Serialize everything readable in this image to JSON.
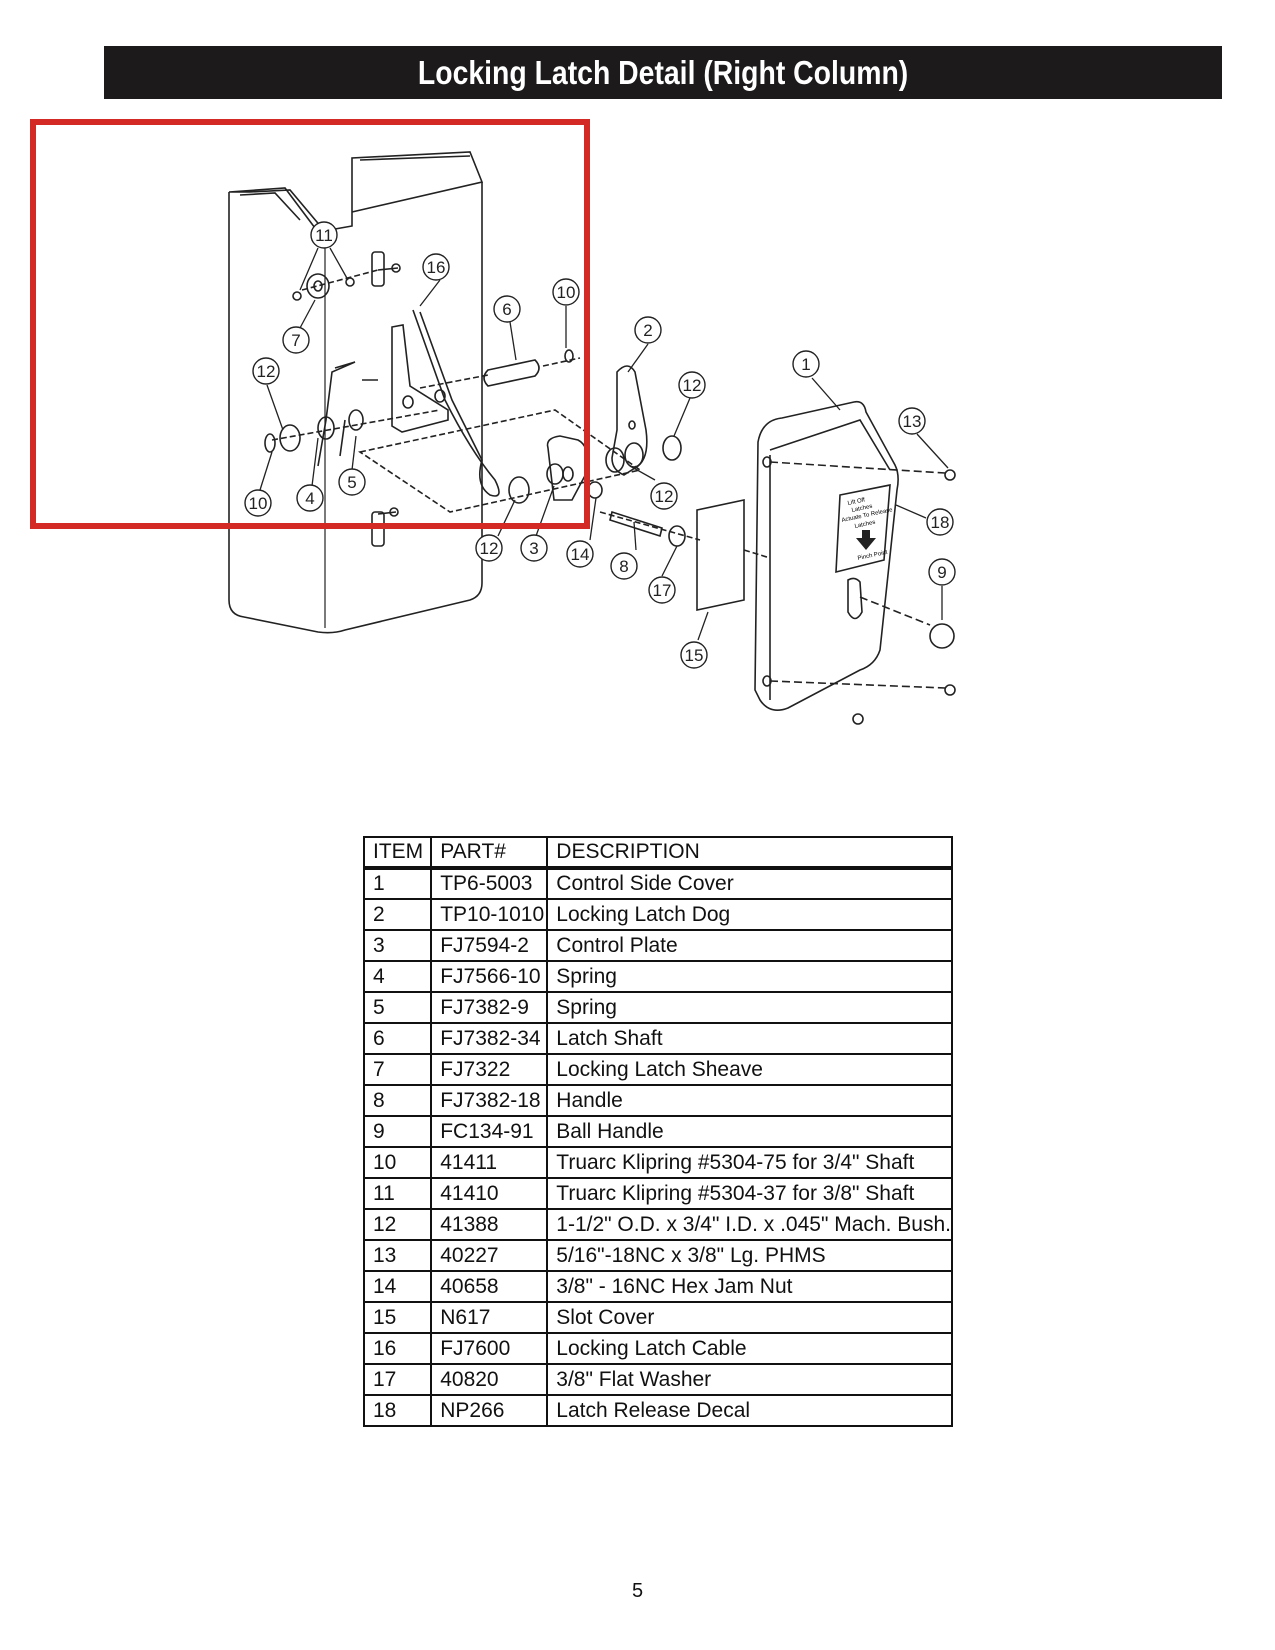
{
  "title": "Locking Latch Detail (Right Column)",
  "colors": {
    "title_bar": "#1c1a1b",
    "highlight_box": "#d42a26"
  },
  "diagram": {
    "callouts": [
      "11",
      "7",
      "16",
      "6",
      "10",
      "2",
      "12",
      "1",
      "13",
      "18",
      "9",
      "5",
      "4",
      "3",
      "14",
      "8",
      "17",
      "15"
    ],
    "decal_lines": [
      "Lift Off",
      "Latches",
      "Actuate To Release",
      "Latches",
      "Pinch Point"
    ]
  },
  "table": {
    "headers": [
      "ITEM",
      "PART#",
      "DESCRIPTION"
    ],
    "rows": [
      [
        "1",
        "TP6-5003",
        "Control Side Cover"
      ],
      [
        "2",
        "TP10-1010",
        "Locking Latch Dog"
      ],
      [
        "3",
        "FJ7594-2",
        "Control Plate"
      ],
      [
        "4",
        "FJ7566-10",
        "Spring"
      ],
      [
        "5",
        "FJ7382-9",
        "Spring"
      ],
      [
        "6",
        "FJ7382-34",
        "Latch Shaft"
      ],
      [
        "7",
        "FJ7322",
        "Locking Latch Sheave"
      ],
      [
        "8",
        "FJ7382-18",
        "Handle"
      ],
      [
        "9",
        "FC134-91",
        "Ball Handle"
      ],
      [
        "10",
        "41411",
        "Truarc Klipring #5304-75 for 3/4\" Shaft"
      ],
      [
        "11",
        "41410",
        "Truarc Klipring #5304-37 for 3/8\" Shaft"
      ],
      [
        "12",
        "41388",
        "1-1/2\" O.D. x 3/4\" I.D. x .045\" Mach. Bush."
      ],
      [
        "13",
        "40227",
        "5/16\"-18NC x 3/8\" Lg. PHMS"
      ],
      [
        "14",
        "40658",
        "3/8\" - 16NC Hex Jam Nut"
      ],
      [
        "15",
        "N617",
        "Slot Cover"
      ],
      [
        "16",
        "FJ7600",
        "Locking Latch Cable"
      ],
      [
        "17",
        "40820",
        "3/8\" Flat Washer"
      ],
      [
        "18",
        "NP266",
        "Latch Release Decal"
      ]
    ]
  },
  "page_number": "5"
}
